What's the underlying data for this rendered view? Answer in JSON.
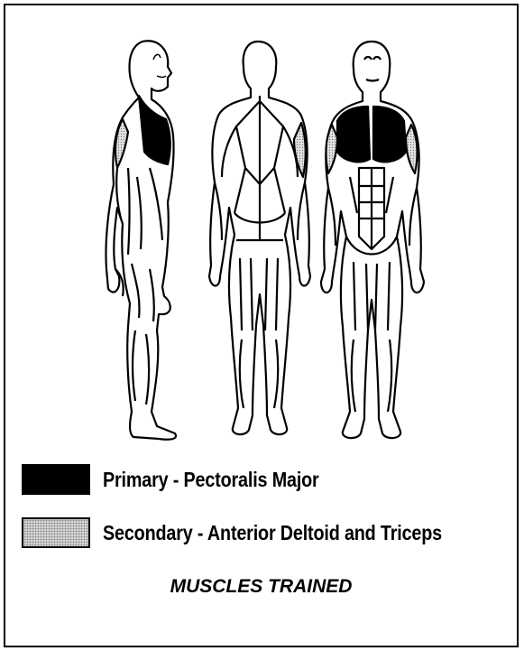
{
  "legend": {
    "primary": {
      "label": "Primary - Pectoralis Major",
      "color": "#000000"
    },
    "secondary": {
      "label": "Secondary -  Anterior Deltoid and Triceps",
      "color": "#d8d8d8",
      "pattern": "stipple"
    }
  },
  "footer": {
    "caption": "MUSCLES TRAINED"
  },
  "figures": [
    "side-view",
    "back-view",
    "front-view"
  ]
}
